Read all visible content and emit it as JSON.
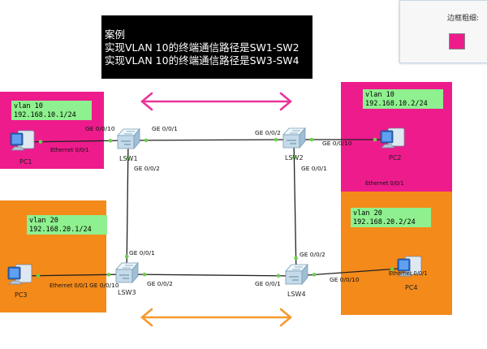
{
  "caption": {
    "line1": "案例",
    "line2": "实现VLAN 10的终端通信路径是SW1-SW2",
    "line3": "实现VLAN 10的终端通信路径是SW3-SW4"
  },
  "panel": {
    "label": "边框粗细:",
    "swatch_color": "#ee1b8d"
  },
  "colors": {
    "pink_area": "#ee1b8d",
    "orange_area": "#f48a1a",
    "label_green": "#8ef08e",
    "link": "#222222",
    "port_dot": "#6ad04a",
    "pink_arrow": "#e8359a",
    "orange_arrow": "#f59a30"
  },
  "areas": [
    {
      "id": "vlan10-left",
      "color": "pink",
      "vlan": "vlan 10",
      "ip": "192.168.10.1/24"
    },
    {
      "id": "vlan10-right",
      "color": "pink",
      "vlan": "vlan 10",
      "ip": "192.168.10.2/24"
    },
    {
      "id": "vlan20-left",
      "color": "orange",
      "vlan": "vlan 20",
      "ip": "192.168.20.1/24"
    },
    {
      "id": "vlan20-right",
      "color": "orange",
      "vlan": "vlan 20",
      "ip": "192.168.20.2/24"
    }
  ],
  "devices": [
    {
      "id": "PC1",
      "type": "pc",
      "label": "PC1"
    },
    {
      "id": "PC2",
      "type": "pc",
      "label": "PC2"
    },
    {
      "id": "PC3",
      "type": "pc",
      "label": "PC3"
    },
    {
      "id": "PC4",
      "type": "pc",
      "label": "PC4"
    },
    {
      "id": "LSW1",
      "type": "switch",
      "label": "LSW1"
    },
    {
      "id": "LSW2",
      "type": "switch",
      "label": "LSW2"
    },
    {
      "id": "LSW3",
      "type": "switch",
      "label": "LSW3"
    },
    {
      "id": "LSW4",
      "type": "switch",
      "label": "LSW4"
    }
  ],
  "links": [
    {
      "from": "PC1",
      "to": "LSW1"
    },
    {
      "from": "LSW1",
      "to": "LSW2"
    },
    {
      "from": "LSW2",
      "to": "PC2"
    },
    {
      "from": "LSW1",
      "to": "LSW3"
    },
    {
      "from": "LSW2",
      "to": "LSW4"
    },
    {
      "from": "PC3",
      "to": "LSW3"
    },
    {
      "from": "LSW3",
      "to": "LSW4"
    },
    {
      "from": "LSW4",
      "to": "PC4"
    }
  ],
  "port_labels": [
    {
      "id": "pc1-eth",
      "text": "Ethernet 0/0/1"
    },
    {
      "id": "sw1-ge0010",
      "text": "GE 0/0/10"
    },
    {
      "id": "sw1-ge001",
      "text": "GE 0/0/1"
    },
    {
      "id": "sw1-ge002",
      "text": "GE 0/0/2"
    },
    {
      "id": "sw2-ge002",
      "text": "GE 0/0/2"
    },
    {
      "id": "sw2-ge0010",
      "text": "GE 0/0/10"
    },
    {
      "id": "sw2-ge001",
      "text": "GE 0/0/1"
    },
    {
      "id": "pc2-eth",
      "text": "Ethernet 0/0/1"
    },
    {
      "id": "sw3-ge001",
      "text": "GE 0/0/1"
    },
    {
      "id": "pc3-eth",
      "text": "Ethernet 0/0/1"
    },
    {
      "id": "sw3-ge0010",
      "text": "GE 0/0/10"
    },
    {
      "id": "sw3-ge002",
      "text": "GE 0/0/2"
    },
    {
      "id": "sw4-ge002",
      "text": "GE 0/0/2"
    },
    {
      "id": "sw4-ge001",
      "text": "GE 0/0/1"
    },
    {
      "id": "sw4-ge0010",
      "text": "GE 0/0/10"
    },
    {
      "id": "pc4-eth",
      "text": "Ethernet 0/0/1"
    }
  ],
  "path_arrows": [
    {
      "id": "vlan10-path-arrow",
      "color": "pink"
    },
    {
      "id": "vlan20-path-arrow",
      "color": "orange"
    }
  ]
}
